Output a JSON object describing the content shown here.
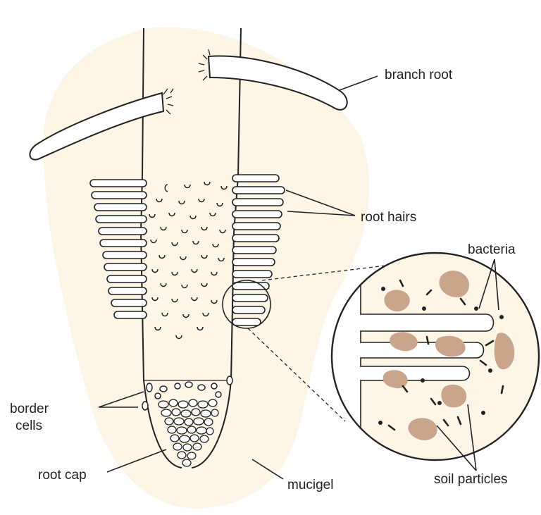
{
  "labels": {
    "branch_root": "branch root",
    "root_hairs": "root hairs",
    "bacteria": "bacteria",
    "border_cells_1": "border",
    "border_cells_2": "cells",
    "root_cap": "root cap",
    "mucigel": "mucigel",
    "soil_particles": "soil particles"
  },
  "colors": {
    "mucigel": "#fdf5e6",
    "line": "#222222",
    "soil_particle": "#c9a58b",
    "background": "#ffffff"
  }
}
